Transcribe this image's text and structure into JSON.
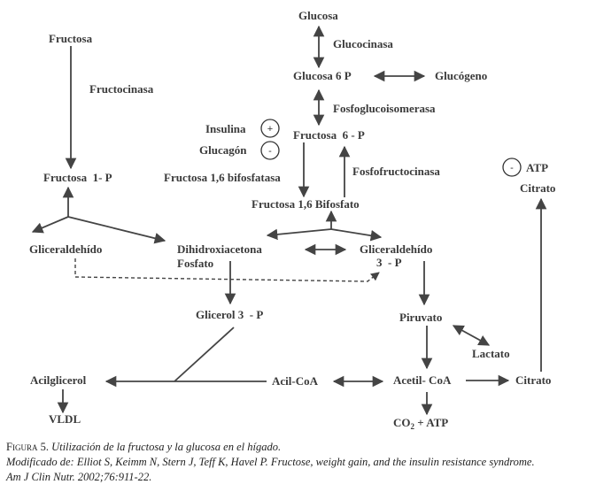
{
  "nodes": {
    "glucosa": "Glucosa",
    "glucocinasa": "Glucocinasa",
    "glucosa6p": "Glucosa 6 P",
    "glucogeno": "Glucógeno",
    "fosfoglucoisomerasa": "Fosfoglucoisomerasa",
    "fructosa": "Fructosa",
    "fructocinasa": "Fructocinasa",
    "insulina": "Insulina",
    "insulina_symbol": "+",
    "glucagon": "Glucagón",
    "glucagon_symbol": "-",
    "fructosa6p": "Fructosa  6 - P",
    "fructosa16bifosfatasa": "Fructosa 1,6 bifosfatasa",
    "fosfofructocinasa": "Fosfofructocinasa",
    "fructosa1p": "Fructosa  1- P",
    "fructosa16bifosfato": "Fructosa 1,6 Bifosfato",
    "atp_symbol": "-",
    "atp": "ATP",
    "citrato_top": "Citrato",
    "gliceraldehido": "Gliceraldehído",
    "dihidroxiacetona_1": "Dihidroxiacetona",
    "dihidroxiacetona_2": "Fosfato",
    "gliceraldehido3p_1": "Gliceraldehído",
    "gliceraldehido3p_2": "3  - P",
    "glicerol3p": "Glicerol 3  - P",
    "piruvato": "Piruvato",
    "lactato": "Lactato",
    "acilglicerol": "Acilglicerol",
    "acilcoa": "Acil-CoA",
    "acetilcoa": "Acetil- CoA",
    "citrato": "Citrato",
    "vldl": "VLDL",
    "co2": "CO",
    "co2_sub": "2",
    "co2_rest": " + ATP"
  },
  "caption": {
    "figure_label": "Figura 5.",
    "title": " Utilización de la fructosa y la glucosa en el hígado.",
    "source_line1": "Modificado de: Elliot S, Keimm N, Stern J, Teff K, Havel P. Fructose, weight gain, and the insulin resistance syndrome.",
    "source_line2": "Am J Clin Nutr. 2002;76:911-22."
  }
}
